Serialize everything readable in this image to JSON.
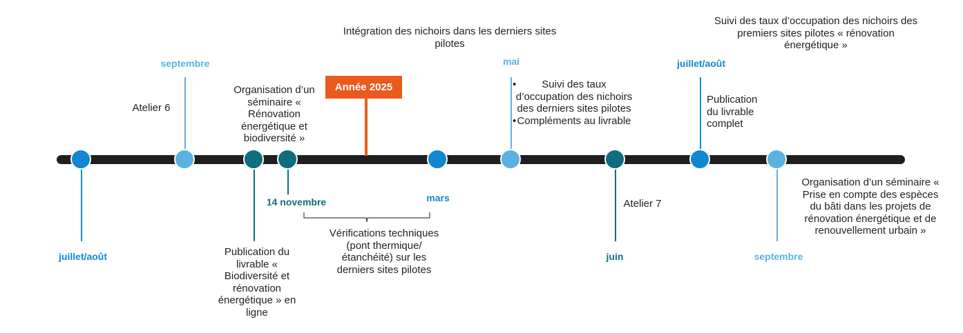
{
  "year_badge": {
    "label": "Année 2025",
    "color": "#ea5a1e"
  },
  "colors": {
    "dark": "#0e6d7e",
    "mid": "#1187cf",
    "light": "#5ab1e2",
    "axis": "#1f1f1f"
  },
  "milestones": {
    "juillet_aout_1": "juillet/août",
    "septembre_1": "septembre",
    "novembre": "14 novembre",
    "mars": "mars",
    "mai": "mai",
    "juin": "juin",
    "juillet_aout_2": "juillet/août",
    "septembre_2": "septembre"
  },
  "events": {
    "atelier6": "Atelier 6",
    "seminaire1": "Organisation d’un séminaire « Rénovation énergétique et biodiversité »",
    "publication1": "Publication du livrable « Biodiversité et rénovation énergétique » en ligne",
    "integration": "Intégration des nichoirs dans les derniers sites pilotes",
    "verifications": "Vérifications techniques (pont thermique/étanchéité) sur les derniers sites pilotes",
    "suivi_item1": "Suivi des taux d’occupation des nichoirs des derniers sites pilotes",
    "suivi_item2": "Compléments au livrable",
    "atelier7": "Atelier 7",
    "publication2": "Publication du livrable complet",
    "suivi_renov": "Suivi des taux d’occupation des nichoirs des premiers sites pilotes « rénovation énergétique »",
    "seminaire2": "Organisation d’un séminaire « Prise en compte des espèces du bâti dans les projets de rénovation énergétique et de renouvellement urbain »"
  }
}
